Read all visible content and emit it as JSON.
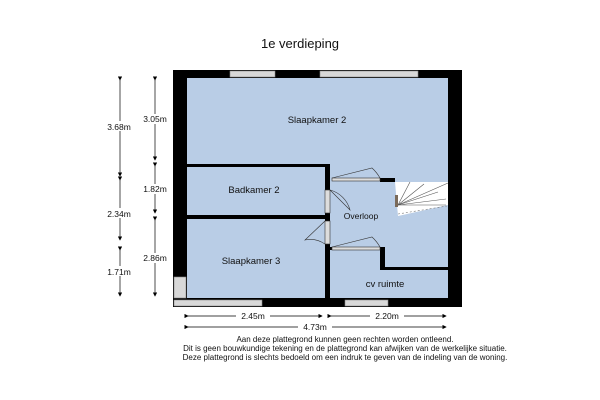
{
  "title": "1e verdieping",
  "rooms": {
    "slaapkamer2": "Slaapkamer 2",
    "badkamer2": "Badkamer 2",
    "overloop": "Overloop",
    "slaapkamer3": "Slaapkamer 3",
    "cv_ruimte": "cv ruimte"
  },
  "dimensions": {
    "left_outer": [
      "3.68m",
      "2.34m",
      "1.71m"
    ],
    "left_inner": [
      "3.05m",
      "1.82m",
      "2.86m"
    ],
    "bottom_parts": [
      "2.45m",
      "2.20m"
    ],
    "bottom_total": "4.73m"
  },
  "disclaimer": [
    "Aan deze plattegrond kunnen geen rechten worden ontleend.",
    "Dit is geen bouwkundige tekening en de plattegrond kan afwijken van de werkelijke situatie.",
    "Deze plattegrond is slechts bedoeld om een indruk te geven van de indeling van de woning."
  ],
  "colors": {
    "floor": "#b9cde6",
    "wall": "#000000"
  }
}
